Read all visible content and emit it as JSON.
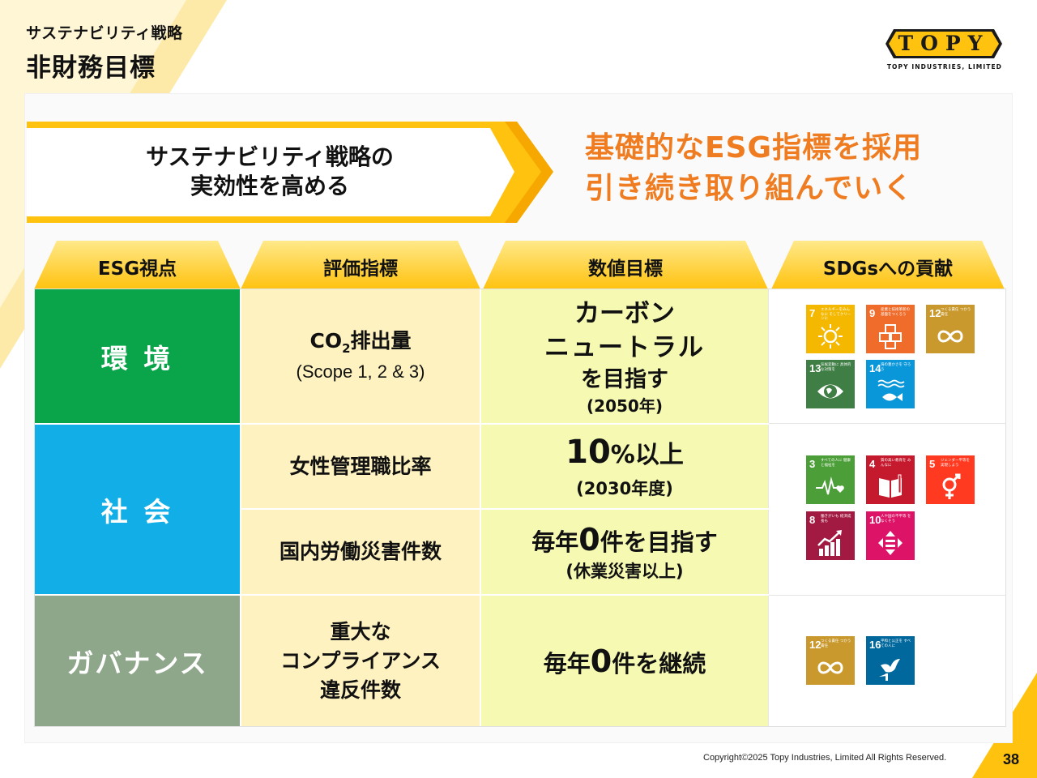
{
  "header": {
    "subtitle": "サステナビリティ戦略",
    "title": "非財務目標",
    "logo_mark": "TOPY",
    "logo_text": "TOPY INDUSTRIES, LIMITED"
  },
  "banner": {
    "line1": "サステナビリティ戦略の",
    "line2": "実効性を高める"
  },
  "headline": {
    "line1": "基礎的なESG指標を採用",
    "line2": "引き続き取り組んでいく"
  },
  "columns": [
    "ESG視点",
    "評価指標",
    "数値目標",
    "SDGsへの貢献"
  ],
  "rows": {
    "env": {
      "esg": "環 境",
      "metric_main": "CO",
      "metric_sub": "2",
      "metric_tail": "排出量",
      "metric_scope": "(Scope 1, 2 & 3)",
      "target_line1": "カーボン",
      "target_line2": "ニュートラル",
      "target_line3": "を目指す",
      "target_note": "(2050年)"
    },
    "soc": {
      "esg": "社 会",
      "metric1": "女性管理職比率",
      "target1_num": "10",
      "target1_unit": "%以上",
      "target1_note": "(2030年度)",
      "metric2": "国内労働災害件数",
      "target2_pre": "毎年",
      "target2_num": "0",
      "target2_post": "件を目指す",
      "target2_note": "(休業災害以上)"
    },
    "gov": {
      "esg": "ガバナンス",
      "metric_line1": "重大な",
      "metric_line2": "コンプライアンス",
      "metric_line3": "違反件数",
      "target_pre": "毎年",
      "target_num": "0",
      "target_post": "件を継続"
    }
  },
  "sdgs": {
    "g7": {
      "num": "7",
      "title": "エネルギーをみんなに そしてクリーンに",
      "color": "#f5b800",
      "icon": "sun-icon"
    },
    "g9": {
      "num": "9",
      "title": "産業と技術革新の 基盤をつくろう",
      "color": "#ef6c2a",
      "icon": "cubes-icon"
    },
    "g12": {
      "num": "12",
      "title": "つくる責任 つかう責任",
      "color": "#c9992d",
      "icon": "infinity-icon"
    },
    "g13": {
      "num": "13",
      "title": "気候変動に 具体的な対策を",
      "color": "#3f7e44",
      "icon": "eye-globe-icon"
    },
    "g14": {
      "num": "14",
      "title": "海の豊かさを 守ろう",
      "color": "#0a97d9",
      "icon": "fish-icon"
    },
    "g3": {
      "num": "3",
      "title": "すべての人に 健康と福祉を",
      "color": "#4c9f38",
      "icon": "heartbeat-icon"
    },
    "g4": {
      "num": "4",
      "title": "質の高い教育を みんなに",
      "color": "#c5192d",
      "icon": "book-icon"
    },
    "g5": {
      "num": "5",
      "title": "ジェンダー平等を 実現しよう",
      "color": "#ff3a21",
      "icon": "gender-icon"
    },
    "g8": {
      "num": "8",
      "title": "働きがいも 経済成長も",
      "color": "#a21942",
      "icon": "growth-chart-icon"
    },
    "g10": {
      "num": "10",
      "title": "人や国の不平等 をなくそう",
      "color": "#dd1367",
      "icon": "equality-icon"
    },
    "g12b": {
      "num": "12",
      "title": "つくる責任 つかう責任",
      "color": "#c9992d",
      "icon": "infinity-icon"
    },
    "g16": {
      "num": "16",
      "title": "平和と公正を すべての人に",
      "color": "#00689d",
      "icon": "dove-icon"
    }
  },
  "colors": {
    "env": "#0aa44a",
    "soc": "#12aee8",
    "gov": "#8ea68a",
    "accent_yellow": "#ffc20e",
    "headline_orange": "#ef7c20"
  },
  "footer": {
    "copyright": "Copyright©2025 Topy Industries, Limited All Rights Reserved.",
    "page": "38"
  }
}
